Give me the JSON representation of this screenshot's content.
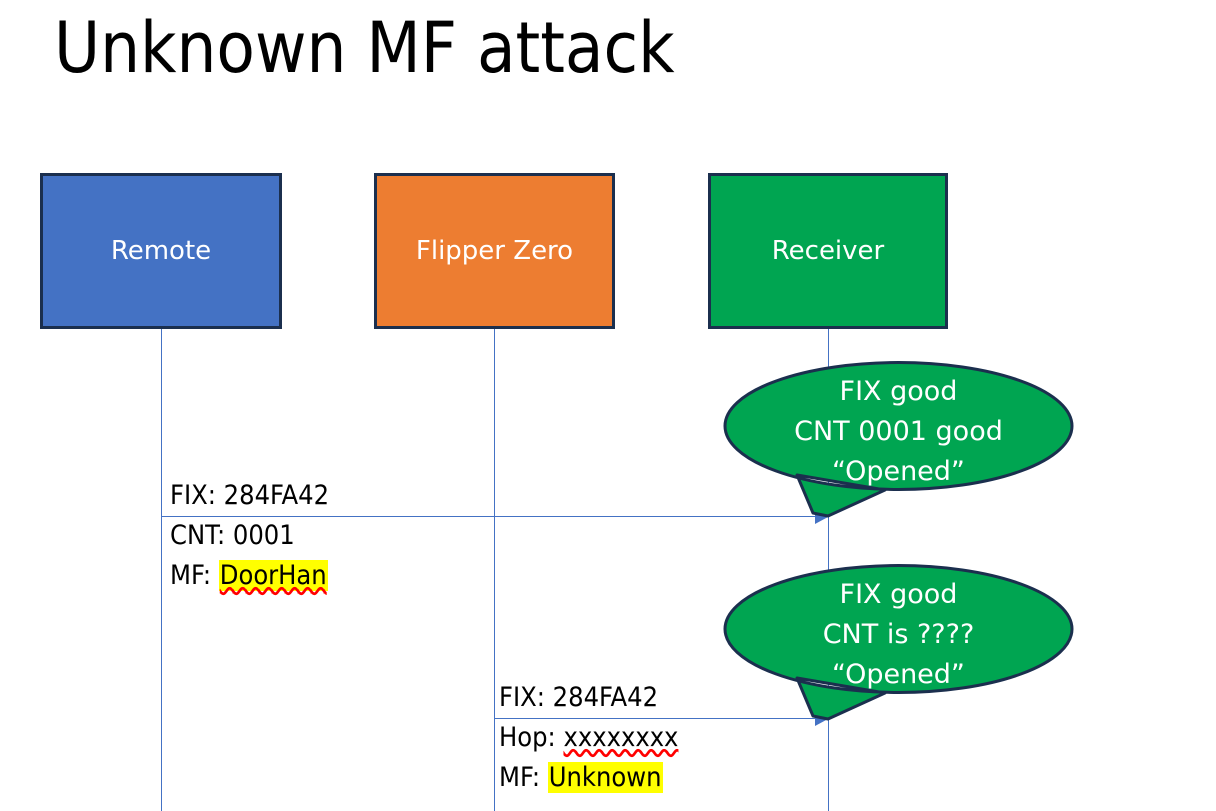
{
  "slide": {
    "title": "Unknown MF attack"
  },
  "actors": [
    {
      "id": "remote",
      "label": "Remote",
      "color": "#4472c4",
      "border": "#1b2f4e"
    },
    {
      "id": "flipper",
      "label": "Flipper Zero",
      "color": "#ed7d31",
      "border": "#1b2f4e"
    },
    {
      "id": "receiver",
      "label": "Receiver",
      "color": "#00a551",
      "border": "#1b2f4e"
    }
  ],
  "messages": [
    {
      "id": "msg1",
      "from": "remote",
      "to": "receiver",
      "lines": [
        {
          "label": "FIX: ",
          "value": "284FA42",
          "highlight": false,
          "squiggly": false
        },
        {
          "label": "CNT: ",
          "value": "0001",
          "highlight": false,
          "squiggly": false
        },
        {
          "label": "MF: ",
          "value": "DoorHan",
          "highlight": true,
          "squiggly": true
        }
      ]
    },
    {
      "id": "msg2",
      "from": "flipper",
      "to": "receiver",
      "lines": [
        {
          "label": "FIX: ",
          "value": "284FA42",
          "highlight": false,
          "squiggly": false
        },
        {
          "label": "Hop: ",
          "value": "xxxxxxxx",
          "highlight": false,
          "squiggly": true
        },
        {
          "label": "MF: ",
          "value": "Unknown",
          "highlight": true,
          "squiggly": false
        }
      ]
    }
  ],
  "callouts": [
    {
      "id": "callout1",
      "color": "#00a551",
      "border": "#1b2f4e",
      "lines": [
        "FIX good",
        "CNT 0001 good",
        "“Opened”"
      ]
    },
    {
      "id": "callout2",
      "color": "#00a551",
      "border": "#1b2f4e",
      "lines": [
        "FIX good",
        "CNT is ????",
        "“Opened”"
      ]
    }
  ],
  "colors": {
    "lifeline": "#4472c4",
    "arrow": "#4472c4",
    "highlight": "#ffff00",
    "squiggly": "#ff0000",
    "background": "#ffffff"
  }
}
